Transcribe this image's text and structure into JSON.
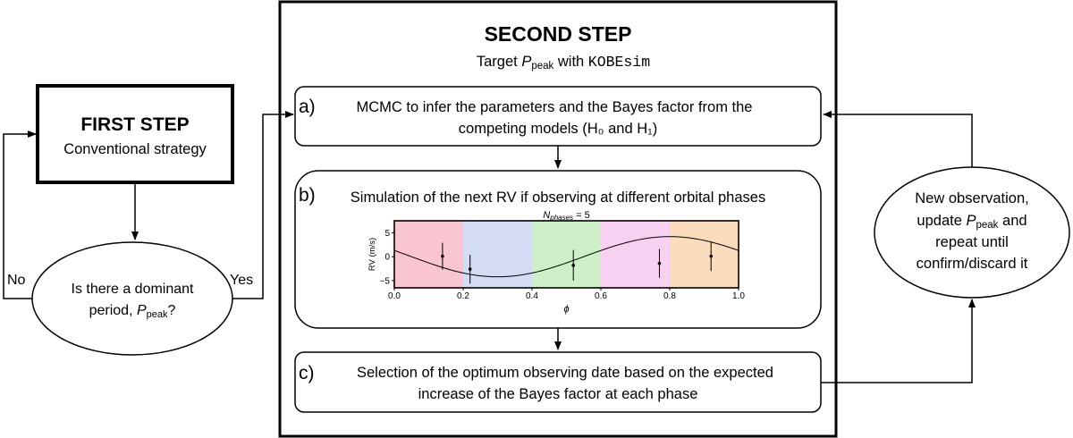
{
  "first_step": {
    "title": "FIRST STEP",
    "subtitle": "Conventional strategy"
  },
  "decision": {
    "line1": "Is there a dominant",
    "line2_text": "period, ",
    "line2_var": "P",
    "line2_sub": "peak",
    "line2_end": "?",
    "no_label": "No",
    "yes_label": "Yes"
  },
  "second_step": {
    "title": "SECOND STEP",
    "subtitle_text": "Target ",
    "subtitle_var": "P",
    "subtitle_sub": "peak",
    "subtitle_mid": " with ",
    "subtitle_code": "KOBEsim"
  },
  "step_a": {
    "letter": "a)",
    "line1": "MCMC to infer the parameters and the Bayes factor from the",
    "line2": "competing models (H₀ and H₁)"
  },
  "step_b": {
    "letter": "b)",
    "line1": "Simulation of the next RV if observing at different orbital phases"
  },
  "step_c": {
    "letter": "c)",
    "line1": "Selection of the optimum observing date based on the expected",
    "line2": "increase of the Bayes factor at each phase"
  },
  "new_obs": {
    "line1": "New observation,",
    "line2_text": "update ",
    "line2_var": "P",
    "line2_sub": "peak",
    "line2_end": " and",
    "line3": "repeat until",
    "line4": "confirm/discard it"
  },
  "chart_data": {
    "type": "scatter",
    "title_var": "N",
    "title_sub": "phases",
    "title_end": " = 5",
    "xlabel": "ϕ",
    "ylabel": "RV (m/s)",
    "xlim": [
      0.0,
      1.0
    ],
    "ylim": [
      -6.5,
      7.5
    ],
    "x_ticks": [
      "0.0",
      "0.2",
      "0.4",
      "0.6",
      "0.8",
      "1.0"
    ],
    "y_ticks": [
      "5",
      "0",
      "−5"
    ],
    "phase_bands": [
      {
        "from": 0.0,
        "to": 0.2,
        "color": "#f9c5d0"
      },
      {
        "from": 0.2,
        "to": 0.4,
        "color": "#d3dcf3"
      },
      {
        "from": 0.4,
        "to": 0.6,
        "color": "#cdf0c9"
      },
      {
        "from": 0.6,
        "to": 0.8,
        "color": "#f8d0f2"
      },
      {
        "from": 0.8,
        "to": 1.0,
        "color": "#fbdcbc"
      }
    ],
    "model_curve": {
      "amplitude": 4.2,
      "phase_of_max": 0.8,
      "period": 1.0
    },
    "points": [
      {
        "x": 0.14,
        "y": 0.1,
        "err": 2.8
      },
      {
        "x": 0.22,
        "y": -2.6,
        "err": 3.0
      },
      {
        "x": 0.52,
        "y": -1.8,
        "err": 3.2
      },
      {
        "x": 0.77,
        "y": -1.4,
        "err": 3.0
      },
      {
        "x": 0.92,
        "y": 0.1,
        "err": 3.1
      }
    ]
  }
}
